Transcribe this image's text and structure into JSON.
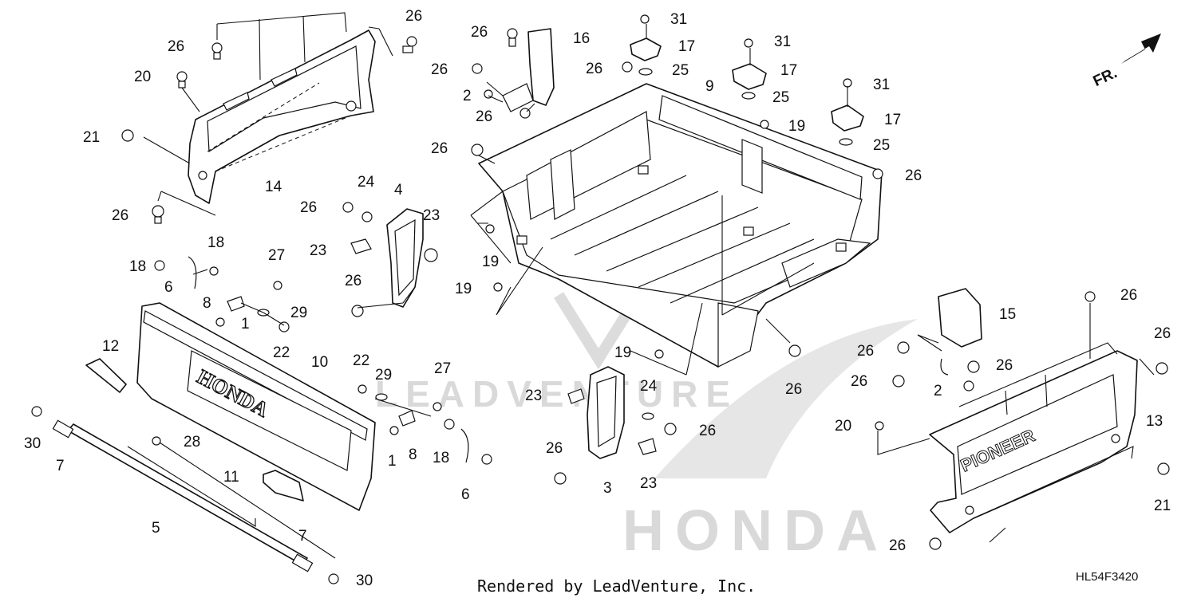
{
  "diagram": {
    "credit": "Rendered by LeadVenture, Inc.",
    "diagram_code": "HL54F3420",
    "front_indicator": "FR.",
    "watermark_text": "LEADVENTURE",
    "watermark_brand": "HONDA",
    "tailgate_logo": "HONDA",
    "side_panel_logo": "PIONEER",
    "colors": {
      "line": "#111111",
      "watermark": "#d9d9d9",
      "background": "#ffffff"
    },
    "callouts": [
      "26",
      "26",
      "20",
      "21",
      "14",
      "26",
      "26",
      "16",
      "26",
      "2",
      "26",
      "26",
      "31",
      "17",
      "26",
      "25",
      "9",
      "31",
      "17",
      "25",
      "19",
      "31",
      "17",
      "25",
      "26",
      "26",
      "24",
      "4",
      "23",
      "23",
      "26",
      "18",
      "18",
      "6",
      "27",
      "8",
      "29",
      "1",
      "22",
      "19",
      "19",
      "12",
      "10",
      "22",
      "29",
      "27",
      "30",
      "7",
      "28",
      "8",
      "1",
      "18",
      "6",
      "11",
      "5",
      "7",
      "30",
      "19",
      "26",
      "23",
      "24",
      "26",
      "26",
      "3",
      "23",
      "15",
      "26",
      "26",
      "26",
      "2",
      "26",
      "20",
      "13",
      "26",
      "21",
      "26"
    ]
  }
}
